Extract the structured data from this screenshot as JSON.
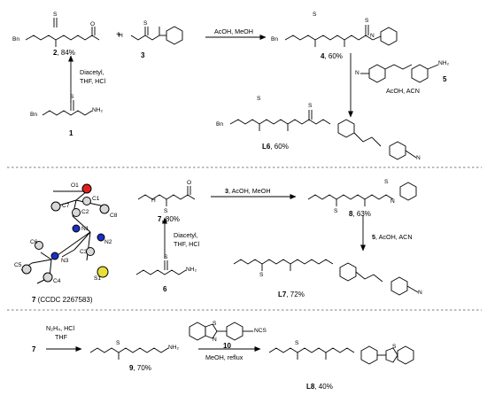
{
  "panel1": {
    "cmpd2": {
      "num": "2",
      "yield": ", 84%"
    },
    "cmpd3": {
      "num": "3"
    },
    "plus": "+",
    "arrow_top_conditions": "AcOH, MeOH",
    "cmpd4": {
      "num": "4",
      "yield": ", 60%"
    },
    "cmpd1": {
      "num": "1"
    },
    "arrow_up": {
      "line1": "Diacetyl,",
      "line2": "THF, HCl"
    },
    "cmpd5": {
      "num": "5"
    },
    "arrow_down_conditions": "AcOH, ACN",
    "cmpdL6": {
      "num": "L6",
      "yield": ", 60%"
    }
  },
  "panel2": {
    "cmpd7": {
      "num": "7",
      "yield": ", 80%"
    },
    "arrow_top": {
      "num": "3",
      "rest": ", AcOH, MeOH"
    },
    "cmpd8": {
      "num": "8",
      "yield": ", 63%"
    },
    "cmpd6": {
      "num": "6"
    },
    "arrow_up": {
      "line1": "Diacetyl,",
      "line2": "THF, HCl"
    },
    "arrow_down": {
      "num": "5",
      "rest": ", AcOH, ACN"
    },
    "cmpdL7": {
      "num": "L7",
      "yield": ", 72%"
    },
    "crystal_caption": {
      "num": "7",
      "rest": " (CCDC 2267583)"
    },
    "crystal_atoms": [
      "O1",
      "C1",
      "C7",
      "C2",
      "C8",
      "N1",
      "N2",
      "C3",
      "N3",
      "C6",
      "C5",
      "C4",
      "S1"
    ]
  },
  "panel3": {
    "reactant": "7",
    "arrow1": {
      "line1": "N₂H₄, HCl",
      "line2": "THF"
    },
    "cmpd9": {
      "num": "9",
      "yield": ", 70%"
    },
    "cmpd10": {
      "num": "10"
    },
    "arrow2_conditions": "MeOH, reflux",
    "cmpdL8": {
      "num": "L8",
      "yield": ", 40%"
    }
  },
  "atom_labels": {
    "S": "S",
    "H": "H",
    "N": "N",
    "O": "O",
    "Bn": "Bn",
    "NH2": "NH₂",
    "NCS": "NCS"
  },
  "colors": {
    "line": "#000000",
    "separator": "#555555",
    "oxygen": "#e02020",
    "nitrogen": "#1a2ec8",
    "sulfur": "#e8df3a",
    "carbon": "#9a9a9a",
    "background": "#ffffff"
  }
}
